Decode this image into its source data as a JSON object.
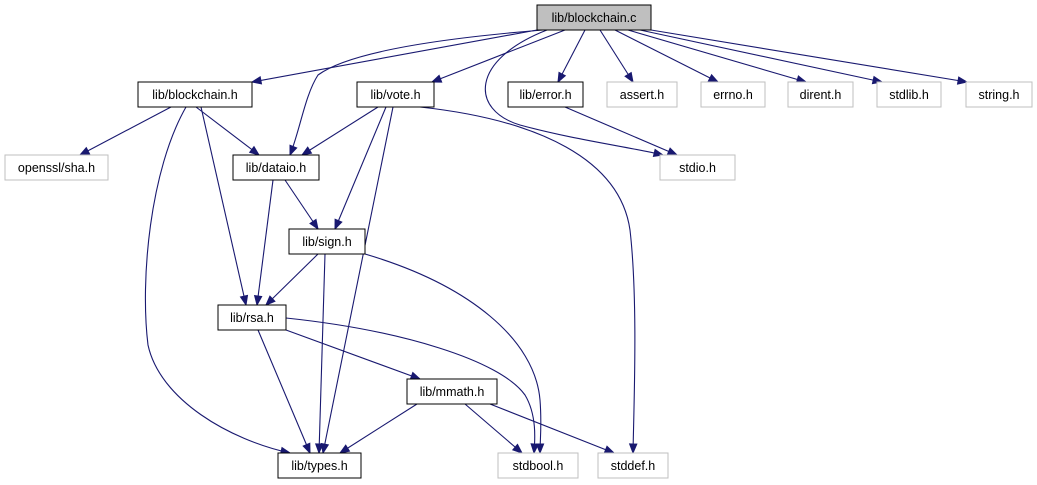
{
  "nodes": [
    {
      "id": "blockchain_c",
      "label": "lib/blockchain.c",
      "kind": "root"
    },
    {
      "id": "blockchain_h",
      "label": "lib/blockchain.h",
      "kind": "project"
    },
    {
      "id": "vote_h",
      "label": "lib/vote.h",
      "kind": "project"
    },
    {
      "id": "error_h",
      "label": "lib/error.h",
      "kind": "project"
    },
    {
      "id": "assert_h",
      "label": "assert.h",
      "kind": "system"
    },
    {
      "id": "errno_h",
      "label": "errno.h",
      "kind": "system"
    },
    {
      "id": "dirent_h",
      "label": "dirent.h",
      "kind": "system"
    },
    {
      "id": "stdlib_h",
      "label": "stdlib.h",
      "kind": "system"
    },
    {
      "id": "string_h",
      "label": "string.h",
      "kind": "system"
    },
    {
      "id": "openssl_sha_h",
      "label": "openssl/sha.h",
      "kind": "system"
    },
    {
      "id": "dataio_h",
      "label": "lib/dataio.h",
      "kind": "project"
    },
    {
      "id": "stdio_h",
      "label": "stdio.h",
      "kind": "system"
    },
    {
      "id": "sign_h",
      "label": "lib/sign.h",
      "kind": "project"
    },
    {
      "id": "rsa_h",
      "label": "lib/rsa.h",
      "kind": "project"
    },
    {
      "id": "mmath_h",
      "label": "lib/mmath.h",
      "kind": "project"
    },
    {
      "id": "types_h",
      "label": "lib/types.h",
      "kind": "project"
    },
    {
      "id": "stdbool_h",
      "label": "stdbool.h",
      "kind": "system"
    },
    {
      "id": "stddef_h",
      "label": "stddef.h",
      "kind": "system"
    }
  ],
  "edges": [
    [
      "blockchain_c",
      "blockchain_h"
    ],
    [
      "blockchain_c",
      "dataio_h"
    ],
    [
      "blockchain_c",
      "vote_h"
    ],
    [
      "blockchain_c",
      "stdio_h"
    ],
    [
      "blockchain_c",
      "error_h"
    ],
    [
      "blockchain_c",
      "assert_h"
    ],
    [
      "blockchain_c",
      "errno_h"
    ],
    [
      "blockchain_c",
      "dirent_h"
    ],
    [
      "blockchain_c",
      "stdlib_h"
    ],
    [
      "blockchain_c",
      "string_h"
    ],
    [
      "blockchain_h",
      "openssl_sha_h"
    ],
    [
      "blockchain_h",
      "dataio_h"
    ],
    [
      "blockchain_h",
      "rsa_h"
    ],
    [
      "blockchain_h",
      "types_h"
    ],
    [
      "vote_h",
      "dataio_h"
    ],
    [
      "vote_h",
      "sign_h"
    ],
    [
      "vote_h",
      "types_h"
    ],
    [
      "vote_h",
      "stddef_h"
    ],
    [
      "error_h",
      "stdio_h"
    ],
    [
      "dataio_h",
      "sign_h"
    ],
    [
      "dataio_h",
      "rsa_h"
    ],
    [
      "sign_h",
      "rsa_h"
    ],
    [
      "sign_h",
      "types_h"
    ],
    [
      "sign_h",
      "stdbool_h"
    ],
    [
      "rsa_h",
      "mmath_h"
    ],
    [
      "rsa_h",
      "types_h"
    ],
    [
      "rsa_h",
      "stdbool_h"
    ],
    [
      "mmath_h",
      "types_h"
    ],
    [
      "mmath_h",
      "stdbool_h"
    ],
    [
      "mmath_h",
      "stddef_h"
    ]
  ]
}
